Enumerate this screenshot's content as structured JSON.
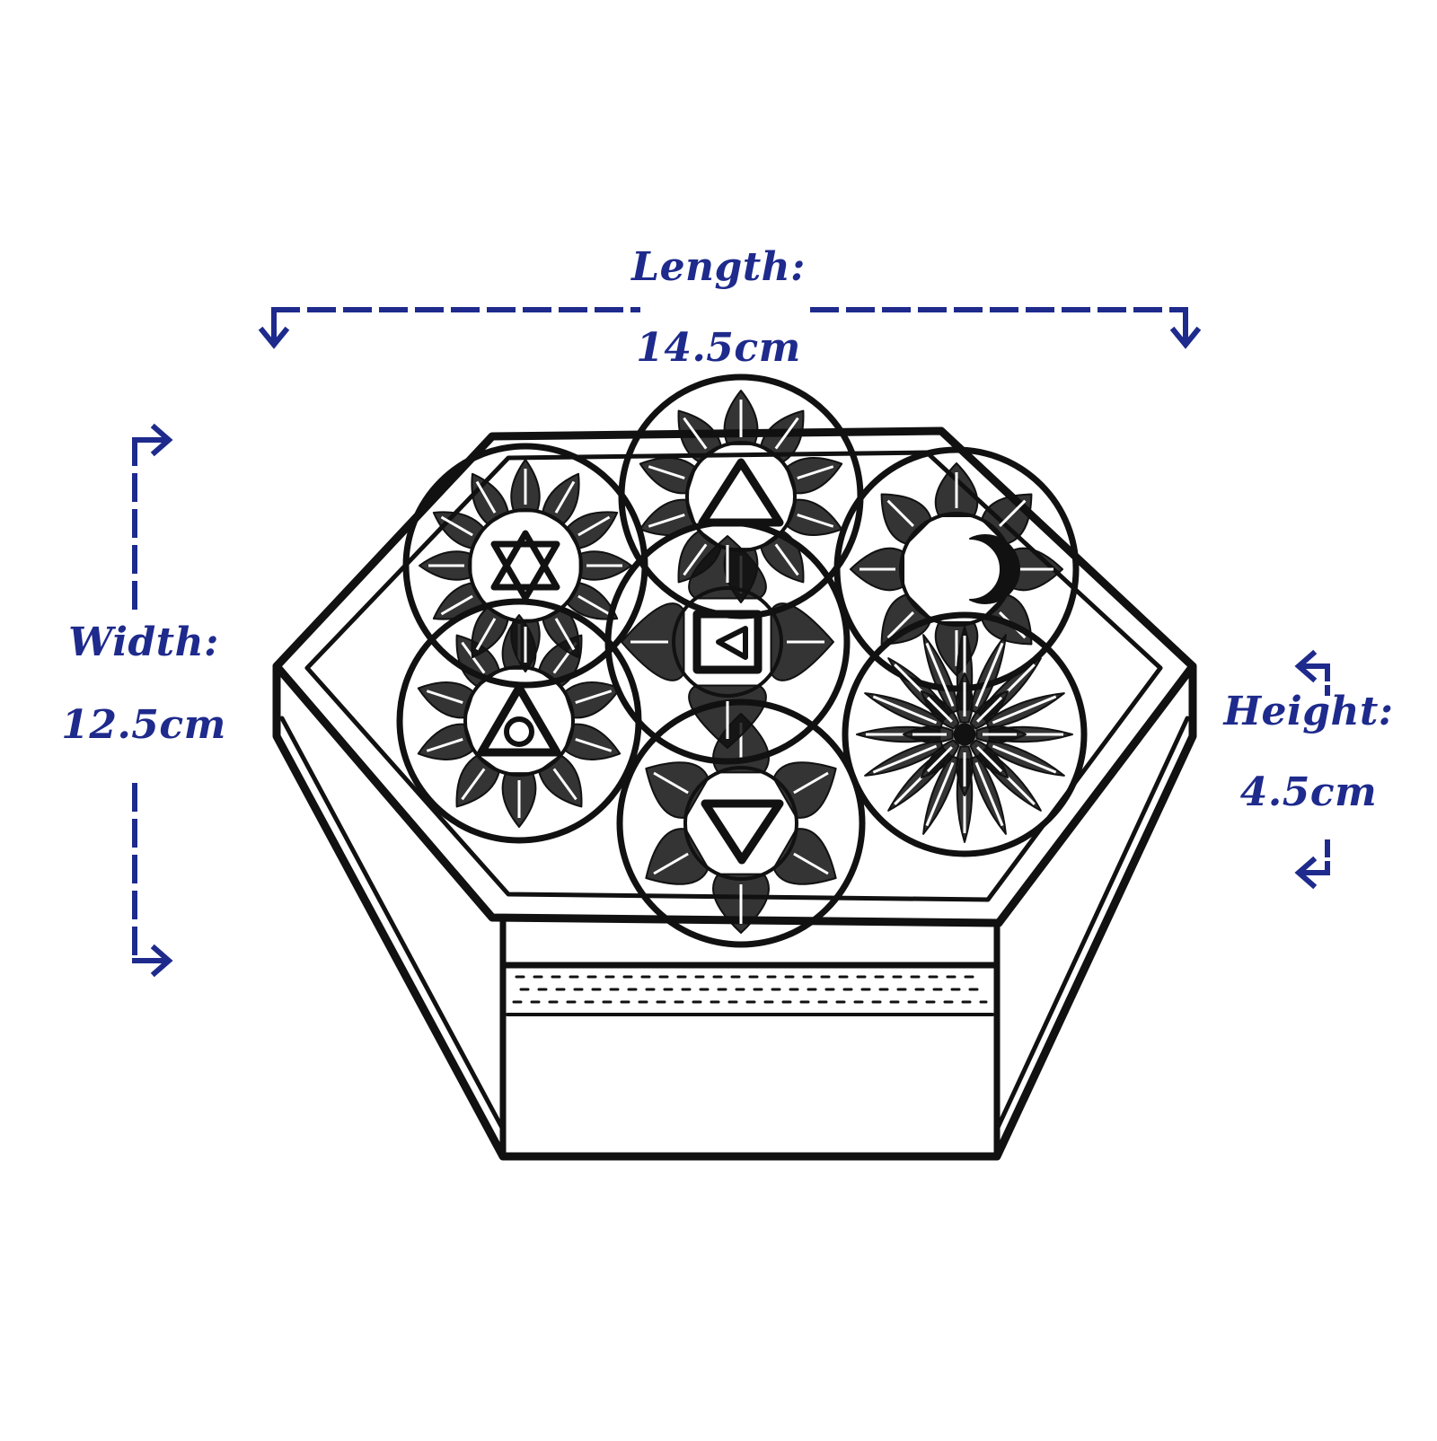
{
  "colors": {
    "dimension_ink": "#1e2a8c",
    "line_ink": "#111111",
    "background": "#ffffff"
  },
  "dimensions": {
    "length": {
      "label": "Length:",
      "value": "14.5cm"
    },
    "width": {
      "label": "Width:",
      "value": "12.5cm"
    },
    "height": {
      "label": "Height:",
      "value": "4.5cm"
    }
  },
  "lid_symbols": [
    "triangle-up-icon",
    "crescent-moon-icon",
    "lotus-star-icon",
    "triangle-down-icon",
    "triangle-circle-icon",
    "hexagram-icon",
    "square-triangle-icon"
  ]
}
